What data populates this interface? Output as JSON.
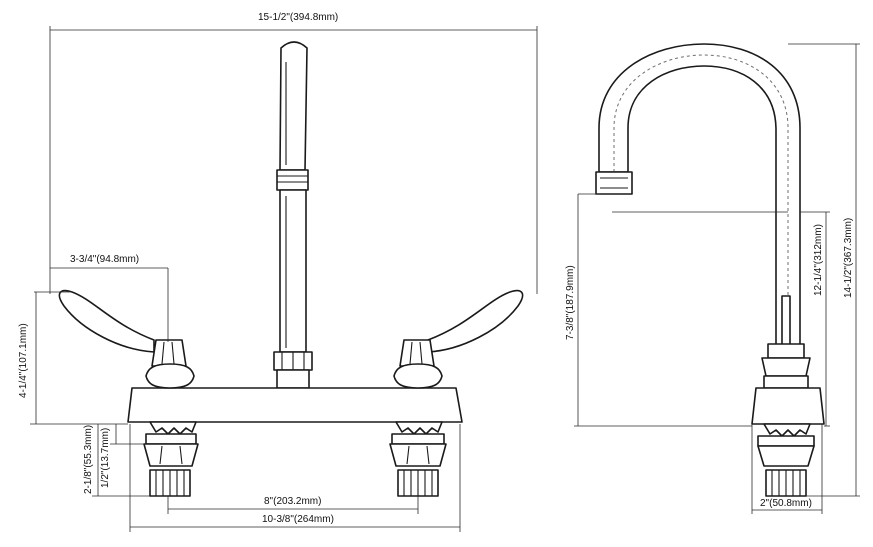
{
  "dimensions": {
    "overall_width": "15-1/2\"(394.8mm)",
    "handle_reach": "3-3/4\"(94.8mm)",
    "handle_height": "4-1/4\"(107.1mm)",
    "shank_length": "2-1/8\"(55.3mm)",
    "deck_thickness": "1/2\"(13.7mm)",
    "center_spacing": "8\"(203.2mm)",
    "base_width": "10-3/8\"(264mm)",
    "spout_outlet_height": "7-3/8\"(187.9mm)",
    "spout_riser_height": "12-1/4\"(312mm)",
    "total_height": "14-1/2\"(367.3mm)",
    "base_depth": "2\"(50.8mm)"
  }
}
